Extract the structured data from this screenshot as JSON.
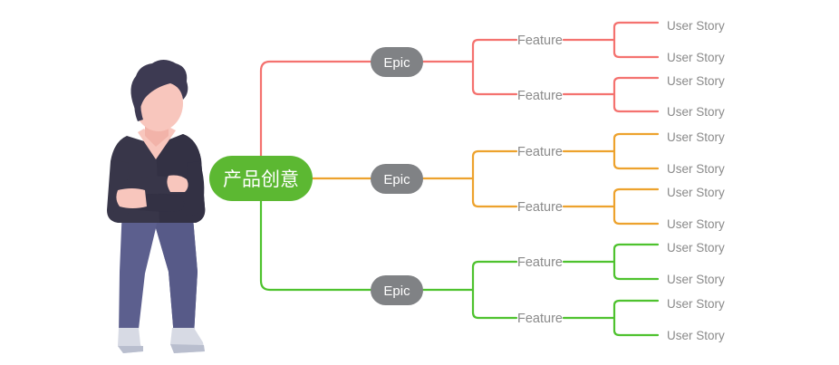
{
  "diagram": {
    "title_node": {
      "label": "产品创意",
      "fill": "#5cb832",
      "text_color": "#ffffff"
    },
    "illustration": {
      "name": "person-arms-crossed-illustration",
      "colors": {
        "hair": "#3d3a52",
        "skin": "#f8c6bd",
        "sweater": "#383649",
        "pants": "#5c5f8e",
        "shoes": "#d7dae4",
        "shoe_shadow": "#b9bece"
      }
    },
    "epic_label": "Epic",
    "epic_fill": "#808285",
    "feature_label": "Feature",
    "leaf_label": "User Story",
    "label_color": "#8a8a8a",
    "branches": [
      {
        "color": "#f4726f",
        "epic": "Epic",
        "features": [
          {
            "label": "Feature",
            "stories": [
              "User Story",
              "User Story"
            ]
          },
          {
            "label": "Feature",
            "stories": [
              "User Story",
              "User Story"
            ]
          }
        ]
      },
      {
        "color": "#eda22d",
        "epic": "Epic",
        "features": [
          {
            "label": "Feature",
            "stories": [
              "User Story",
              "User Story"
            ]
          },
          {
            "label": "Feature",
            "stories": [
              "User Story",
              "User Story"
            ]
          }
        ]
      },
      {
        "color": "#4ec22e",
        "epic": "Epic",
        "features": [
          {
            "label": "Feature",
            "stories": [
              "User Story",
              "User Story"
            ]
          },
          {
            "label": "Feature",
            "stories": [
              "User Story",
              "User Story"
            ]
          }
        ]
      }
    ]
  }
}
